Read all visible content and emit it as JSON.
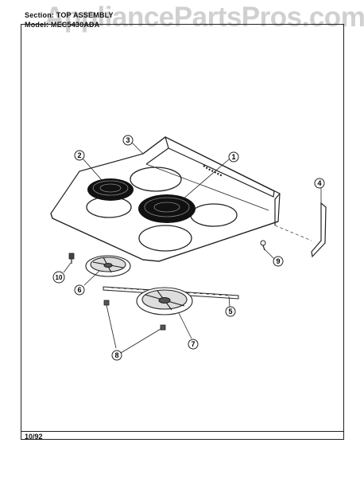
{
  "header": {
    "section_label": "Section: TOP ASSEMBLY",
    "model_label": "Model: MEC5430ADA"
  },
  "watermark": "AppliancePartsPros.com",
  "footer": {
    "date": "10/92"
  },
  "callouts": [
    {
      "id": "c1",
      "label": "1"
    },
    {
      "id": "c2",
      "label": "2"
    },
    {
      "id": "c3",
      "label": "3"
    },
    {
      "id": "c4",
      "label": "4"
    },
    {
      "id": "c5",
      "label": "5"
    },
    {
      "id": "c6",
      "label": "6"
    },
    {
      "id": "c7",
      "label": "7"
    },
    {
      "id": "c8",
      "label": "8"
    },
    {
      "id": "c9",
      "label": "9"
    },
    {
      "id": "c10",
      "label": "10"
    }
  ]
}
